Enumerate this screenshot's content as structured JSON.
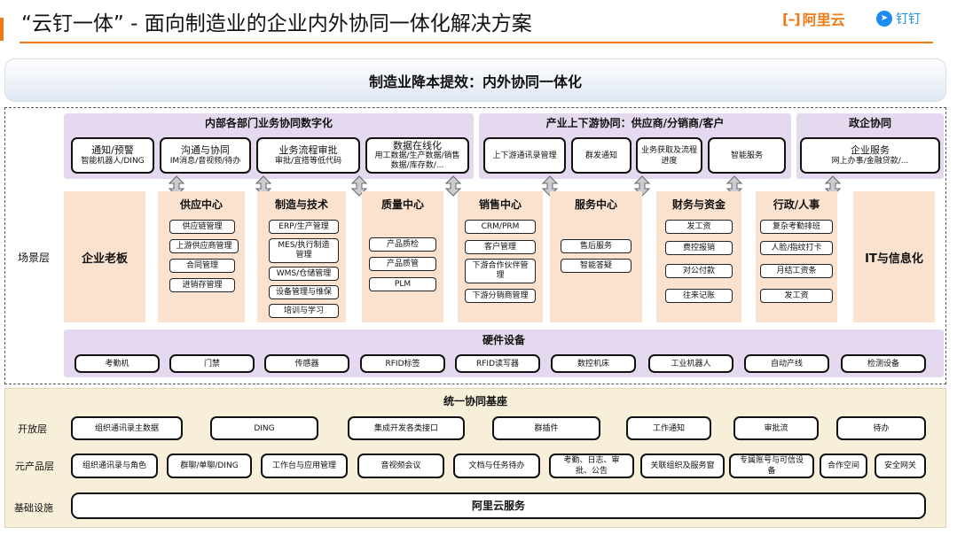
{
  "header": {
    "title": "“云钉一体” - 面向制造业的企业内外协同一体化解决方案",
    "logo_aliyun": "阿里云",
    "logo_dingtalk": "钉钉"
  },
  "banner": "制造业降本提效：内外协同一体化",
  "scene_label": "场景层",
  "internal": {
    "title": "内部各部门业务协同数字化",
    "boxes": [
      {
        "l1": "通知/预警",
        "l2": "智能机器人/DING"
      },
      {
        "l1": "沟通与协同",
        "l2": "IM消息/音视频/待办"
      },
      {
        "l1": "业务流程审批",
        "l2": "审批/宜搭等低代码"
      },
      {
        "l1": "数据在线化",
        "l2": "用工数据/生产数据/销售数据/库存数/..."
      }
    ]
  },
  "industry": {
    "title": "产业上下游协同：供应商/分销商/客户",
    "boxes": [
      "上下游通讯录管理",
      "群发通知",
      "业务获取及流程进度",
      "智能服务"
    ]
  },
  "gov": {
    "title": "政企协同",
    "l1": "企业服务",
    "l2": "网上办事/金融贷款/..."
  },
  "departments": {
    "boss": "企业老板",
    "it": "IT与信息化",
    "supply": {
      "title": "供应中心",
      "items": [
        "供应链管理",
        "上游供应商管理",
        "合同管理",
        "进销存管理"
      ]
    },
    "manufacture": {
      "title": "制造与技术",
      "items": [
        "ERP/生产管理",
        "MES/执行制造管理",
        "WMS/仓储管理",
        "设备管理与维保",
        "培训与学习"
      ]
    },
    "quality": {
      "title": "质量中心",
      "items": [
        "产品质检",
        "产品质管",
        "PLM"
      ]
    },
    "sales": {
      "title": "销售中心",
      "items": [
        "CRM/PRM",
        "客户管理",
        "下游合作伙伴管理",
        "下游分销商管理"
      ]
    },
    "service": {
      "title": "服务中心",
      "items": [
        "售后服务",
        "智能答疑"
      ]
    },
    "finance": {
      "title": "财务与资金",
      "items": [
        "发工资",
        "费控报销",
        "对公付款",
        "往来记账"
      ]
    },
    "admin": {
      "title": "行政/人事",
      "items": [
        "复杂考勤排班",
        "人脸/指纹打卡",
        "月结工资条",
        "发工资"
      ]
    }
  },
  "hardware": {
    "title": "硬件设备",
    "items": [
      "考勤机",
      "门禁",
      "传感器",
      "RFID标签",
      "RFID读写器",
      "数控机床",
      "工业机器人",
      "自动产线",
      "检测设备"
    ]
  },
  "base": {
    "title": "统一协同基座",
    "open_label": "开放层",
    "open_items": [
      "组织通讯录主数据",
      "DING",
      "集成开发各类接口",
      "群插件",
      "工作通知",
      "审批流",
      "待办"
    ],
    "meta_label": "元产品层",
    "meta_items": [
      "组织通讯录与角色",
      "群聊/单聊/DING",
      "工作台与应用管理",
      "音视频会议",
      "文档与任务待办",
      "考勤、日志、审批、公告",
      "关联组织及服务窗",
      "专属账号与可信设备",
      "合作空间",
      "安全网关"
    ],
    "infra_label": "基础设施",
    "infra_item": "阿里云服务"
  },
  "colors": {
    "accent_orange": "#f07a18",
    "purple_panel": "#e4d9ee",
    "peach_dept": "#fbe2cf",
    "base_beige": "#f7efd9",
    "dingtalk_blue": "#1d8cf0"
  }
}
